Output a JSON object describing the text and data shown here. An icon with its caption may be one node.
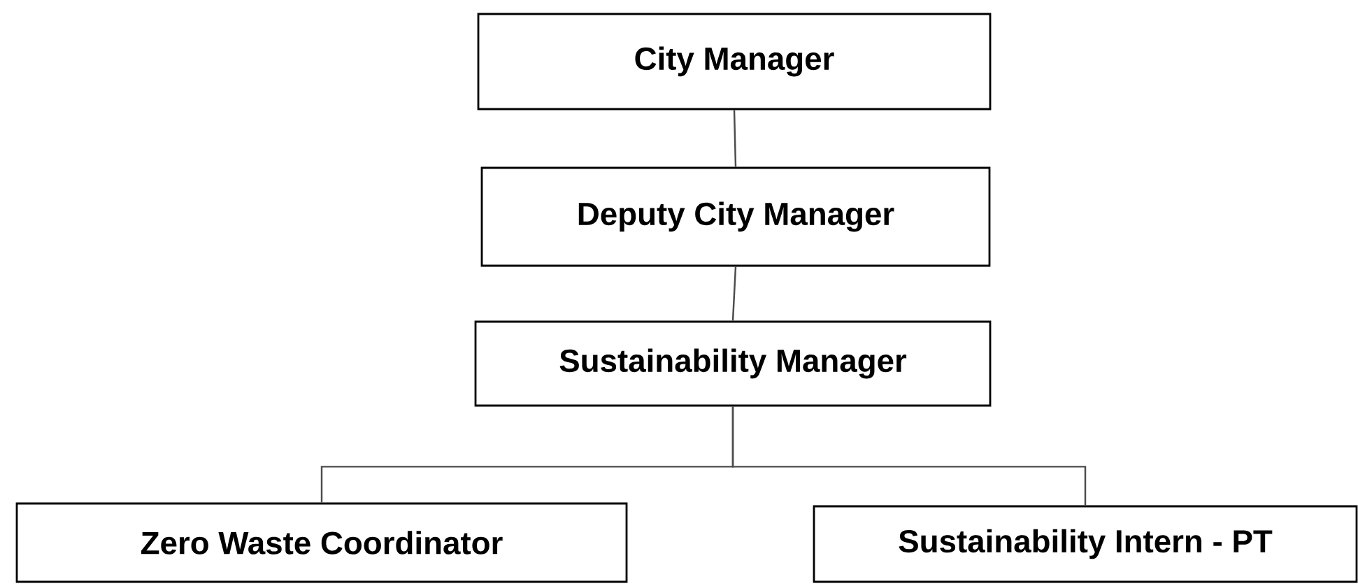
{
  "diagram": {
    "nodes": [
      {
        "text": [
          "City Manager"
        ]
      },
      {
        "text": [
          "Deputy City Manager"
        ]
      },
      {
        "text": [
          "Sustainability Manager"
        ]
      },
      {
        "text": [
          "Zero Waste Coordinator"
        ]
      },
      {
        "text": [
          "Sustainability Intern - PT"
        ]
      }
    ],
    "edges": [
      {
        "from": 0,
        "to": 1,
        "arrow": "none"
      },
      {
        "from": 1,
        "to": 2,
        "arrow": "none"
      },
      {
        "from": 2,
        "to": 3,
        "arrow": "none"
      },
      {
        "from": 2,
        "to": 4,
        "arrow": "none"
      }
    ]
  }
}
